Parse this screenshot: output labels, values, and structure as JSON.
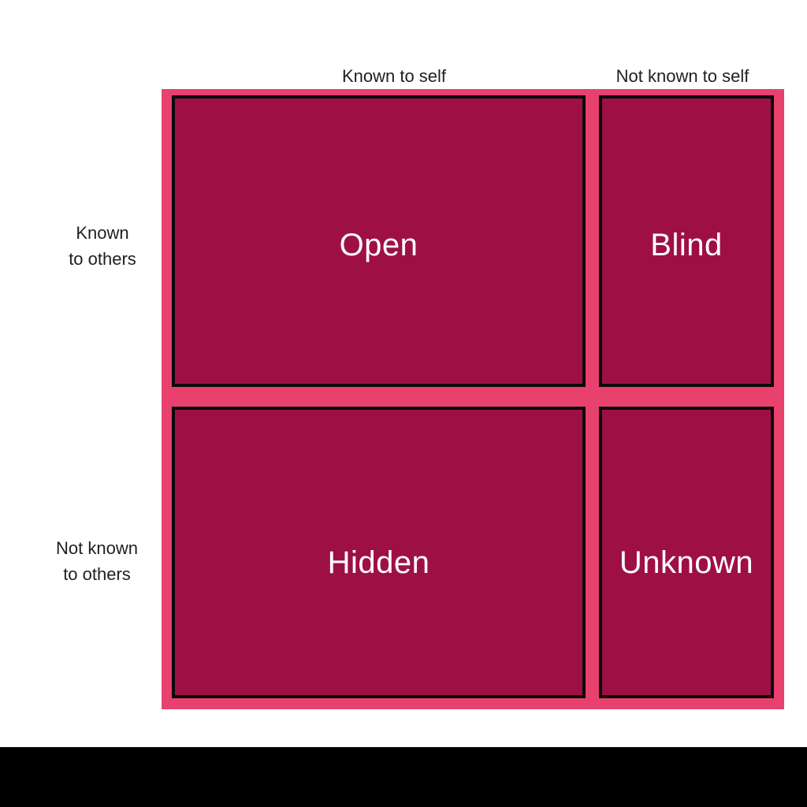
{
  "diagram": {
    "type": "johari-window",
    "column_headers": [
      "Known to self",
      "Not known to self"
    ],
    "row_headers": [
      "Known\nto others",
      "Not known\nto others"
    ],
    "quadrants": [
      {
        "id": "open",
        "label": "Open",
        "row": "Known to others",
        "column": "Known to self"
      },
      {
        "id": "blind",
        "label": "Blind",
        "row": "Known to others",
        "column": "Not known to self"
      },
      {
        "id": "hidden",
        "label": "Hidden",
        "row": "Not known to others",
        "column": "Known to self"
      },
      {
        "id": "unknown",
        "label": "Unknown",
        "row": "Not known to others",
        "column": "Not known to self"
      }
    ]
  },
  "colors": {
    "frame": "#e8416e",
    "quadrant": "#9e1044",
    "border": "#0b0b0b",
    "quadrant_text": "#ffffff",
    "label_text": "#1f1f1f",
    "footer_bar": "#000000"
  }
}
